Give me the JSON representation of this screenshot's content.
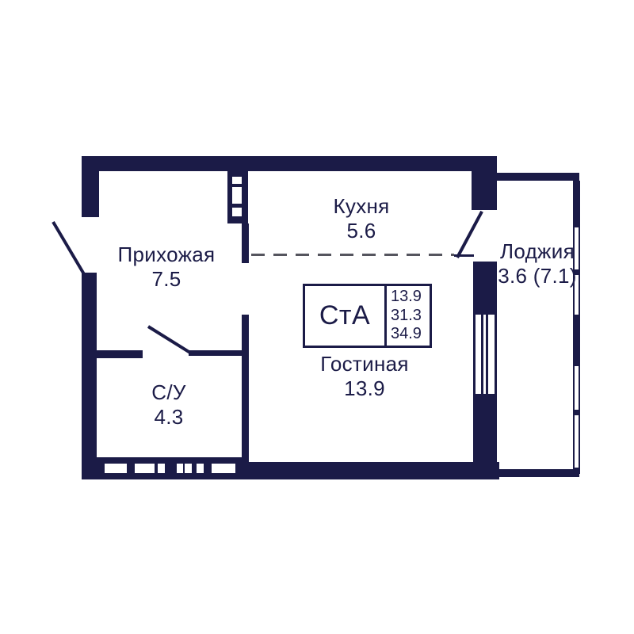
{
  "plan": {
    "rooms": [
      {
        "key": "hallway",
        "name": "Прихожая",
        "area": "7.5"
      },
      {
        "key": "kitchen",
        "name": "Кухня",
        "area": "5.6"
      },
      {
        "key": "loggia",
        "name": "Лоджия",
        "area": "3.6 (7.1)"
      },
      {
        "key": "bathroom",
        "name": "С/У",
        "area": "4.3"
      },
      {
        "key": "living",
        "name": "Гостиная",
        "area": "13.9"
      }
    ],
    "info_box": {
      "type_label": "СтА",
      "values": [
        "13.9",
        "31.3",
        "34.9"
      ]
    },
    "colors": {
      "wall": "#1b1b47",
      "dash": "#55555e"
    }
  }
}
